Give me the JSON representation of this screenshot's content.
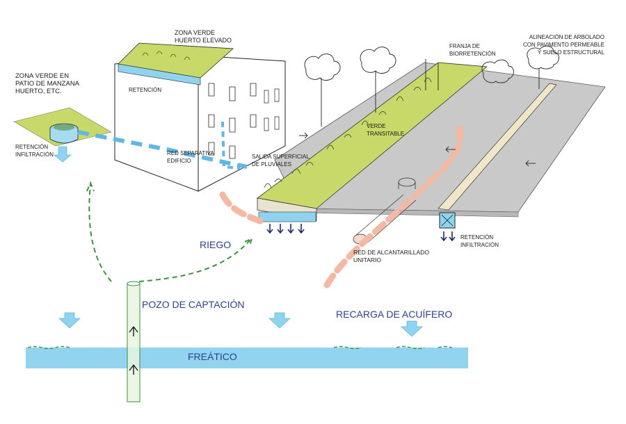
{
  "labels": {
    "zona_verde_huerto": [
      "ZONA VERDE",
      "HUERTO ELEVADO"
    ],
    "retencion_roof": "RETENCIÓN",
    "zona_verde_patio": [
      "ZONA VERDE EN",
      "PATIO DE MANZANA",
      "HUERTO, ETC."
    ],
    "retencion_infiltracion_left": [
      "RETENCIÓN",
      "INFILTRACIÓN"
    ],
    "red_separativa": [
      "RED SEPARATIVA",
      "EDIFICIO"
    ],
    "salida_superficial": [
      "SALIDA SUPERFICIAL",
      "DE PLUVIALES"
    ],
    "franja": [
      "FRANJA DE",
      "BIORRETENCIÓN"
    ],
    "alineacion": [
      "ALINEACIÓN DE ARBOLADO",
      "CON PAVIMENTO PERMEABLE",
      "Y SUELO ESTRUCTURAL"
    ],
    "verde_transitable": [
      "VERDE",
      "TRANSITABLE"
    ],
    "retencion_infiltracion_right": [
      "RETENCIÓN",
      "INFILTRACIÓN"
    ],
    "red_alcantarillado": [
      "RED DE ALCANTARILLADO",
      "UNITARIO"
    ],
    "riego": "RIEGO",
    "pozo": "POZO DE CAPTACIÓN",
    "recarga": "RECARGA DE ACUÍFERO",
    "freatico": "FREÁTICO"
  },
  "colors": {
    "green_fill": "#c8d96a",
    "dark_green": "#8fa63c",
    "water_blue": "#8fd3ef",
    "water_band": "#92d4f0",
    "dash_blue": "#5fb8e3",
    "dash_green": "#3f8f3f",
    "salmon": "#f3b9a3",
    "road_gray": "#c9c9c9",
    "text_blue": "#2c3f8f"
  }
}
